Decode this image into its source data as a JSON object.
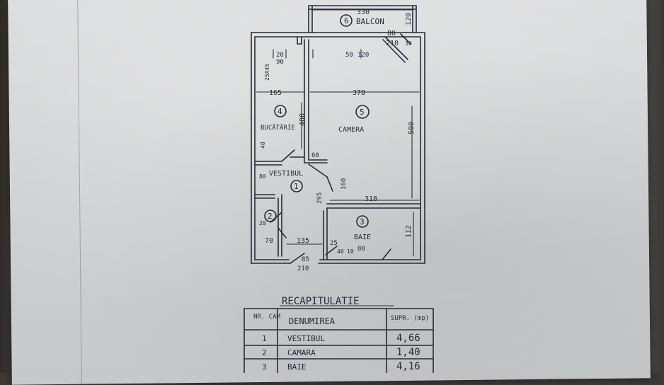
{
  "rooms": {
    "balcon": {
      "num": "6",
      "name": "BALCON"
    },
    "bucatarie": {
      "num": "4",
      "name": "BUCĂTĂRIE"
    },
    "camera": {
      "num": "5",
      "name": "CAMERA"
    },
    "vestibul": {
      "num": "1",
      "name": "VESTIBUL"
    },
    "camara": {
      "num": "2"
    },
    "baie": {
      "num": "3",
      "name": "BAIE"
    }
  },
  "dims": {
    "d330": "330",
    "d120": "120",
    "d80": "80",
    "d210": "210",
    "d30": "30",
    "d20": "20",
    "d90": "90",
    "d50": "50",
    "d25x45": "25X45",
    "d165": "165",
    "d378": "378",
    "d400": "400",
    "d500": "500",
    "d40": "40",
    "d60": "60",
    "d160": "160",
    "d318": "318",
    "d295": "295",
    "d112": "112",
    "d135": "135",
    "d25": "25",
    "d70": "70",
    "d85": "85",
    "d10": "10"
  },
  "table": {
    "title": "RECAPITULATIE",
    "headers": [
      "NR. CAM",
      "DENUMIREA",
      "SUPR. (mp)"
    ],
    "rows": [
      {
        "nr": "1",
        "name": "VESTIBUL",
        "area": "4,66"
      },
      {
        "nr": "2",
        "name": "CAMARA",
        "area": "1,40"
      },
      {
        "nr": "3",
        "name": "BAIE",
        "area": "4,16"
      }
    ]
  }
}
